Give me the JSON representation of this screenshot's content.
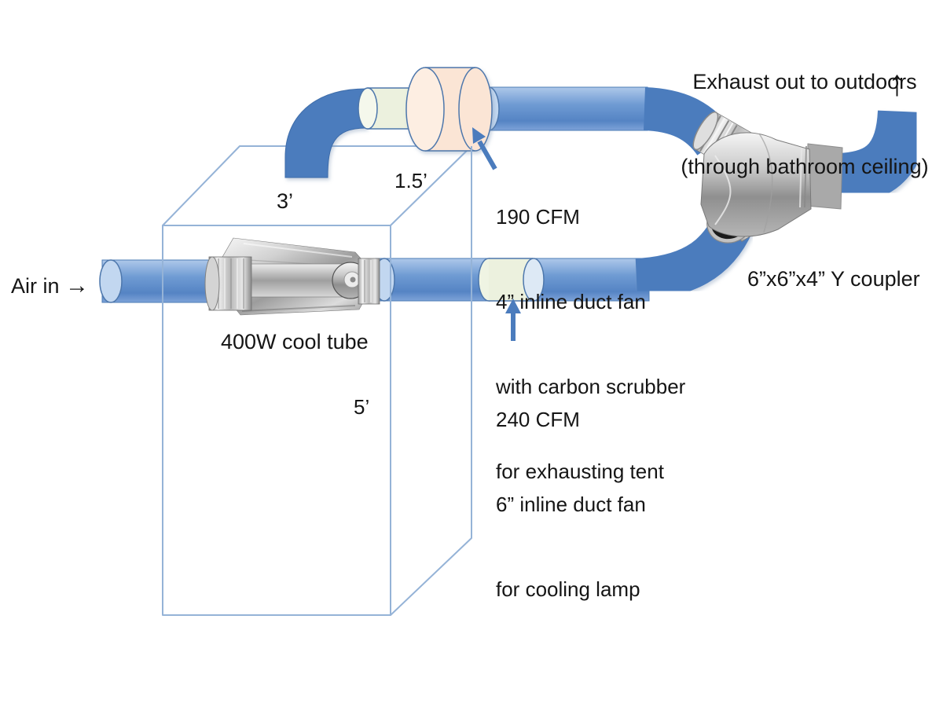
{
  "diagram": {
    "title": "Grow tent ventilation diagram",
    "air_in": {
      "label": "Air in ",
      "arrow": "→"
    },
    "exhaust_note": {
      "line1": "Exhaust out to outdoors",
      "line2": "(through bathroom ceiling)",
      "arrow": "↑"
    },
    "tent": {
      "width": "3’",
      "depth": "1.5’",
      "height": "5’"
    },
    "cool_tube": {
      "label": "400W cool tube"
    },
    "exhaust_fan": {
      "line1": "190 CFM",
      "line2": "4” inline duct fan",
      "line3": "with carbon scrubber",
      "line4": "for exhausting tent"
    },
    "cooling_fan": {
      "line1": "240 CFM",
      "line2": "6” inline duct fan",
      "line3": "for cooling lamp"
    },
    "y_coupler": {
      "label": "6”x6”x4” Y coupler"
    },
    "colors": {
      "duct_blue": "#4b7cbd",
      "duct_light": "#c2d7f0",
      "fan_green": "#ecf1de",
      "scrubber_peach": "#fbe5d5",
      "tent_outline": "#95b3d7"
    }
  }
}
